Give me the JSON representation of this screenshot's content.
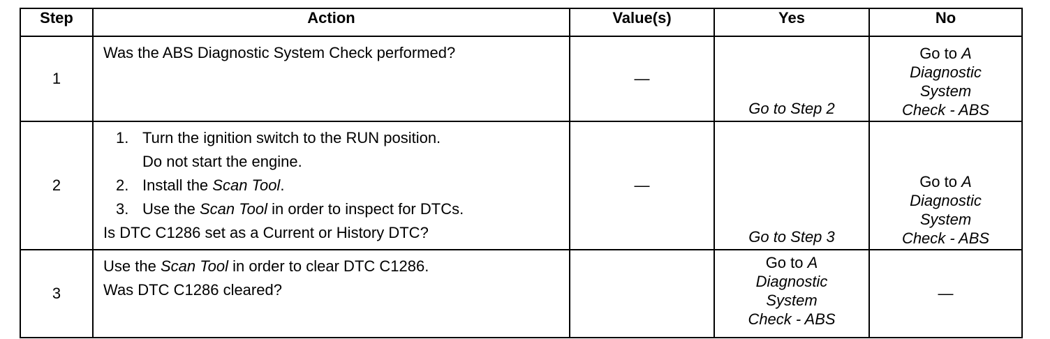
{
  "headers": {
    "step": "Step",
    "action": "Action",
    "values": "Value(s)",
    "yes": "Yes",
    "no": "No"
  },
  "rows": [
    {
      "step": "1",
      "action": {
        "line1": "Was the ABS Diagnostic System Check performed?"
      },
      "value": "—",
      "yes": "Go to Step 2",
      "no": {
        "prefix": "Go to",
        "link_l1": "A",
        "link_l2": "Diagnostic",
        "link_l3": "System",
        "link_l4": "Check - ABS"
      }
    },
    {
      "step": "2",
      "action": {
        "item1_num": "1.",
        "item1_text": "Turn the ignition switch to the RUN position.",
        "item1_cont": "Do not start the engine.",
        "item2_num": "2.",
        "item2_pre": "Install the ",
        "item2_em": "Scan Tool",
        "item2_post": ".",
        "item3_num": "3.",
        "item3_pre": "Use the ",
        "item3_em": "Scan Tool",
        "item3_post": " in order to inspect for DTCs.",
        "question": "Is DTC C1286 set as a Current or History DTC?"
      },
      "value": "—",
      "yes": "Go to Step 3",
      "no": {
        "prefix": "Go to",
        "link_l1": "A",
        "link_l2": "Diagnostic",
        "link_l3": "System",
        "link_l4": "Check - ABS"
      }
    },
    {
      "step": "3",
      "action": {
        "line1_pre": "Use the ",
        "line1_em": "Scan Tool",
        "line1_post": " in order to clear DTC C1286.",
        "question": "Was DTC C1286 cleared?"
      },
      "value": "",
      "yes": {
        "prefix": "Go to",
        "link_l1": "A",
        "link_l2": "Diagnostic",
        "link_l3": "System",
        "link_l4": "Check - ABS"
      },
      "no": "—"
    }
  ]
}
